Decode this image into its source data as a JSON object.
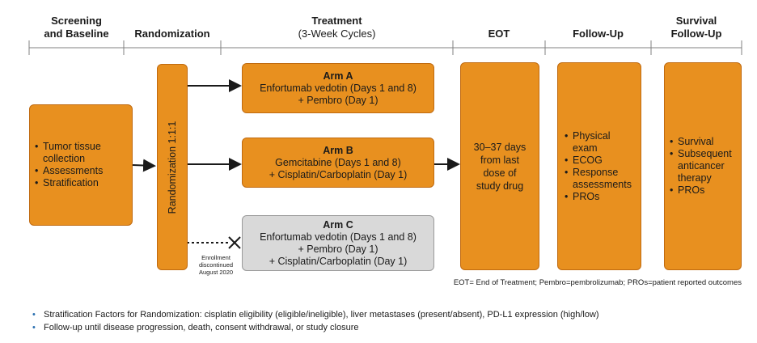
{
  "headers": {
    "screening": [
      "Screening",
      "and Baseline"
    ],
    "randomization": "Randomization",
    "treatment": "Treatment",
    "treatment_sub": "(3-Week Cycles)",
    "eot": "EOT",
    "followup": "Follow-Up",
    "survival": [
      "Survival",
      "Follow-Up"
    ]
  },
  "screening_box": {
    "items": [
      "Tumor tissue collection",
      "Assessments",
      "Stratification"
    ]
  },
  "randomization_box": {
    "label": "Randomization 1:1:1"
  },
  "arms": [
    {
      "title": "Arm A",
      "lines": [
        "Enfortumab vedotin (Days 1 and 8)",
        "+ Pembro (Day 1)"
      ]
    },
    {
      "title": "Arm B",
      "lines": [
        "Gemcitabine (Days 1 and 8)",
        "+ Cisplatin/Carboplatin (Day 1)"
      ]
    },
    {
      "title": "Arm C",
      "lines": [
        "Enfortumab vedotin (Days 1 and 8)",
        "+ Pembro (Day 1)",
        "+ Cisplatin/Carboplatin (Day 1)"
      ]
    }
  ],
  "enrollment_note": [
    "Enrollment",
    "discontinued",
    "August 2020"
  ],
  "eot_box": {
    "lines": [
      "30–37 days",
      "from last",
      "dose of",
      "study drug"
    ]
  },
  "followup_box": {
    "items": [
      "Physical exam",
      "ECOG",
      "Response assessments",
      "PROs"
    ]
  },
  "survival_box": {
    "items": [
      "Survival",
      "Subsequent anticancer therapy",
      "PROs"
    ]
  },
  "abbreviations": "EOT= End of Treatment; Pembro=pembrolizumab; PROs=patient reported outcomes",
  "footnotes": [
    "Stratification Factors for Randomization: cisplatin eligibility (eligible/ineligible), liver metastases (present/absent), PD-L1 expression (high/low)",
    "Follow-up until disease progression, death, consent withdrawal, or study closure"
  ],
  "colors": {
    "orange": "#e8901f",
    "gray": "#d9d9d9",
    "bullet_blue": "#2a6fb0"
  }
}
